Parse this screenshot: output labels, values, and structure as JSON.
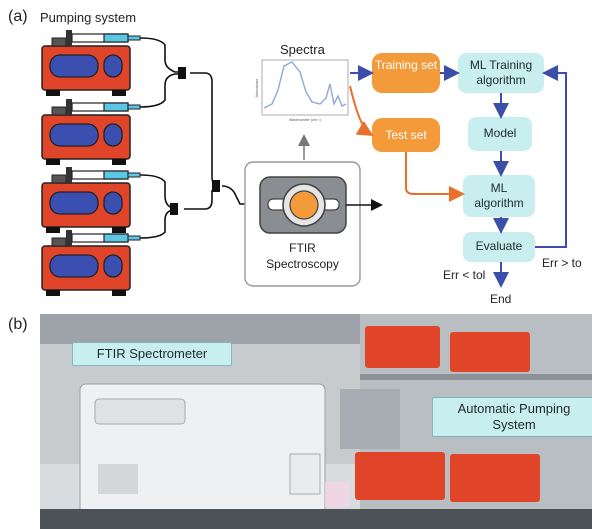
{
  "panel_a": {
    "label": "(a)",
    "pumping_title": "Pumping system",
    "spectra_title": "Spectra",
    "spectrum_axis_x": "Wavenumber (cm⁻¹)",
    "spectrum_axis_y": "Absorbance",
    "ftir_label_line1": "FTIR",
    "ftir_label_line2": "Spectroscopy",
    "training_set": "Training set",
    "test_set": "Test set",
    "ml_training_line1": "ML Training",
    "ml_training_line2": "algorithm",
    "model": "Model",
    "ml_algorithm_line1": "ML",
    "ml_algorithm_line2": "algorithm",
    "evaluate": "Evaluate",
    "err_lt": "Err < tol",
    "err_gt": "Err > to",
    "end": "End"
  },
  "panel_b": {
    "label": "(b)",
    "ftir_spectrometer": "FTIR Spectrometer",
    "auto_pump_line1": "Automatic Pumping",
    "auto_pump_line2": "System"
  },
  "colors": {
    "pump_red": "#e0452a",
    "pump_blue": "#3a4fb0",
    "node_teal": "#c9eef0",
    "node_orange": "#f39a3a",
    "arrow_blue": "#3b4ea8",
    "arrow_orange": "#e8702a"
  }
}
